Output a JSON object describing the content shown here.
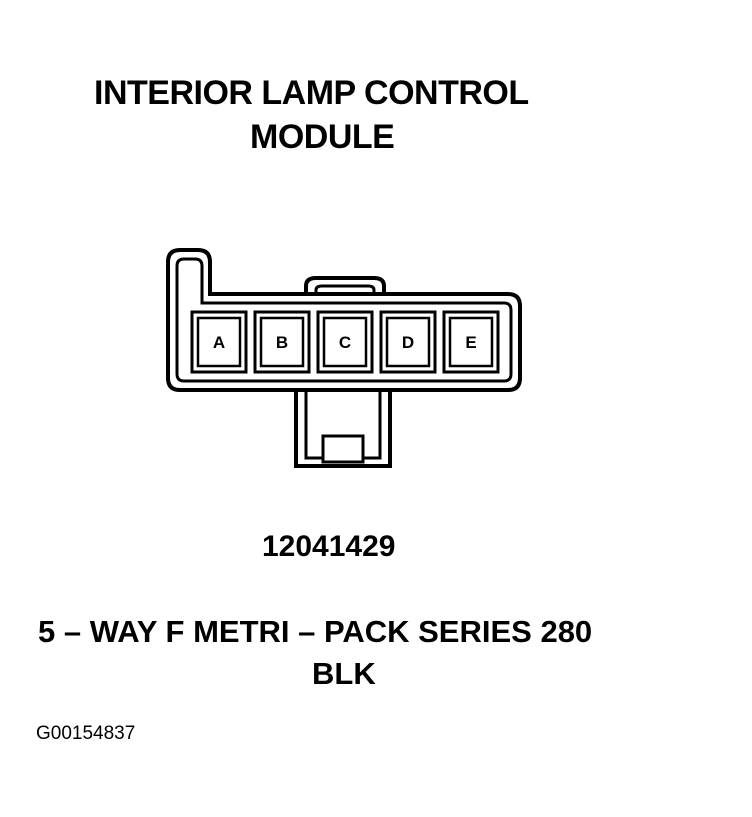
{
  "title": {
    "line1": "INTERIOR LAMP CONTROL",
    "line2": "MODULE"
  },
  "connector": {
    "pins": [
      "A",
      "B",
      "C",
      "D",
      "E"
    ]
  },
  "part_number": "12041429",
  "description": "5 – WAY F METRI – PACK SERIES 280",
  "color": "BLK",
  "figure_id": "G00154837",
  "colors": {
    "ink": "#000000",
    "background": "#ffffff"
  }
}
